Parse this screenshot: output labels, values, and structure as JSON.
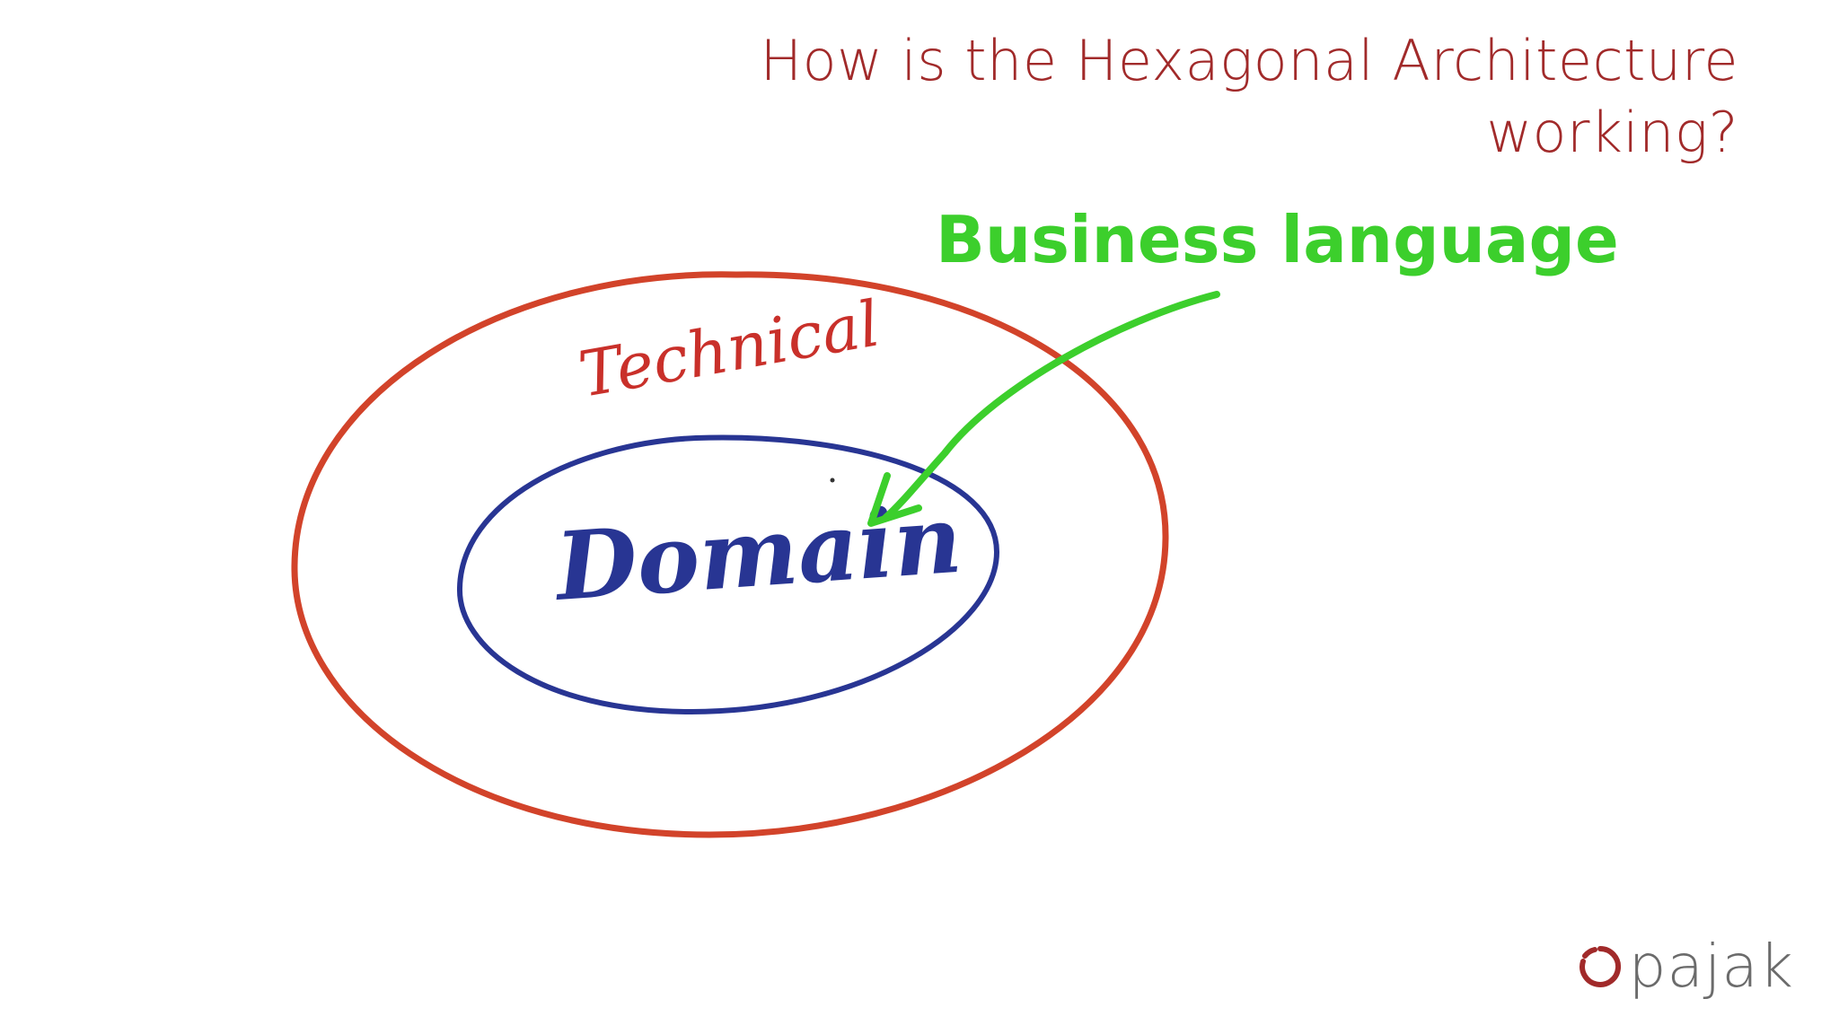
{
  "title": {
    "line1": "How is the Hexagonal Architecture",
    "line2": "working?"
  },
  "diagram": {
    "outer_label": "Technical",
    "inner_label": "Domain",
    "callout_label": "Business language"
  },
  "logo": {
    "text": "pajak"
  },
  "colors": {
    "title": "#a12a2a",
    "outer_ellipse": "#d2432a",
    "inner_ellipse": "#283593",
    "callout": "#3ccf2c",
    "logo_text": "#6b6b6b",
    "logo_mark": "#a12a2a"
  }
}
